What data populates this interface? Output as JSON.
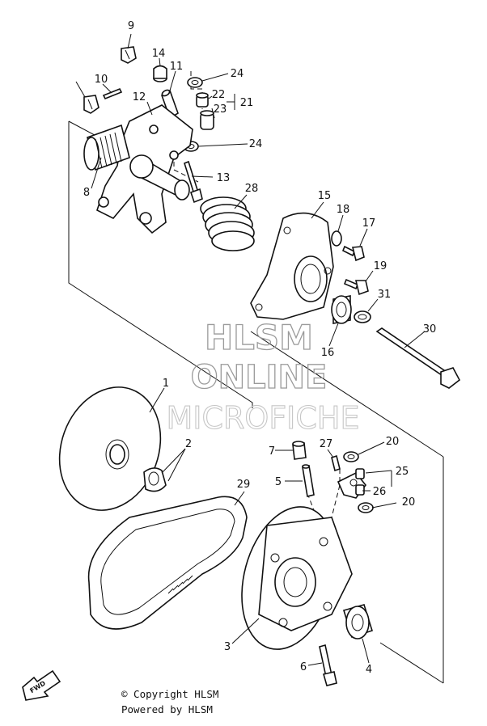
{
  "callouts": [
    "9",
    "14",
    "11",
    "24",
    "10",
    "22",
    "21",
    "23",
    "12",
    "24",
    "8",
    "13",
    "28",
    "15",
    "18",
    "17",
    "19",
    "31",
    "30",
    "16",
    "1",
    "2",
    "7",
    "27",
    "20",
    "25",
    "5",
    "26",
    "20",
    "29",
    "3",
    "6",
    "4"
  ],
  "watermark": {
    "line1": "HLSM",
    "line2": "ONLINE",
    "line3": "MICROFICHE"
  },
  "footer": {
    "copyright": "© Copyright HLSM",
    "powered": "Powered by HLSM"
  },
  "fwd_label": "FWD"
}
